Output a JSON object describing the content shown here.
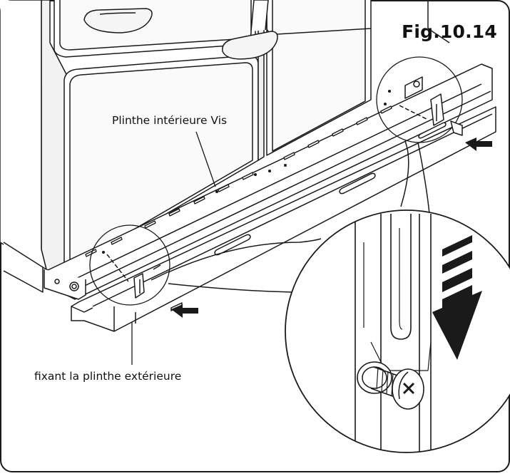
{
  "figure": {
    "label": "Fig.10.14"
  },
  "callouts": {
    "inner_plinth_screw": "Plinthe intérieure Vis",
    "fixing_outer_plinth": "fixant la plinthe extérieure"
  },
  "colors": {
    "line": "#1a1a1a",
    "fill": "#ffffff",
    "shade": "#d8d8d8",
    "light_shade": "#efefef"
  },
  "icons": {
    "arrow_left_top": "arrow-left-icon",
    "arrow_left_bottom": "arrow-left-icon",
    "arrow_down": "arrow-down-icon"
  }
}
